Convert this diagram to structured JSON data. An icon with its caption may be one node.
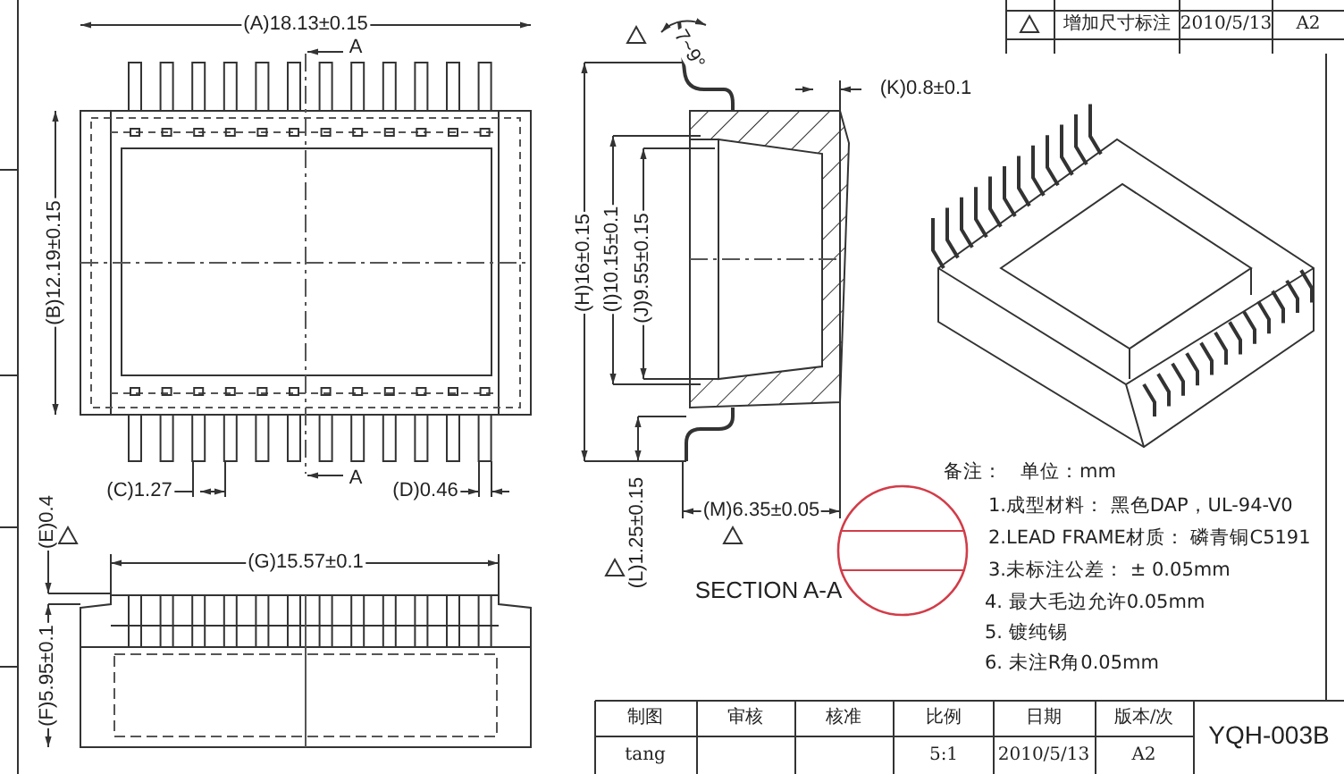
{
  "diagram": {
    "labels": [
      "(A)18.13±0.15",
      "A",
      "(B)12.19±0.15",
      "A",
      "(C)1.27",
      "(D)0.46",
      "7~9°",
      "(K)0.8±0.1",
      "(H)16±0.15",
      "(I)10.15±0.1",
      "(J)9.55±0.15",
      "(M)6.35±0.05",
      "(L)1.25±0.15",
      "SECTION A-A",
      "(E)0.4",
      "(G)15.57±0.1",
      "(F)5.95±0.1",
      "备注：",
      "单位：mm",
      "1.成型材料： 黑色DAP，UL-94-V0",
      "2.LEAD FRAME材质： 磷青铜C5191",
      "3.未标注公差： ± 0.05mm",
      "4. 最大毛边允许0.05mm",
      "5. 镀纯锡",
      "6. 未注R角0.05mm",
      "增加尺寸标注",
      "2010/5/13",
      "A2",
      "制图",
      "审核",
      "核准",
      "比例",
      "日期",
      "版本/次",
      "YQH-003B",
      "tang",
      "5:1",
      "2010/5/13",
      "A2"
    ]
  }
}
